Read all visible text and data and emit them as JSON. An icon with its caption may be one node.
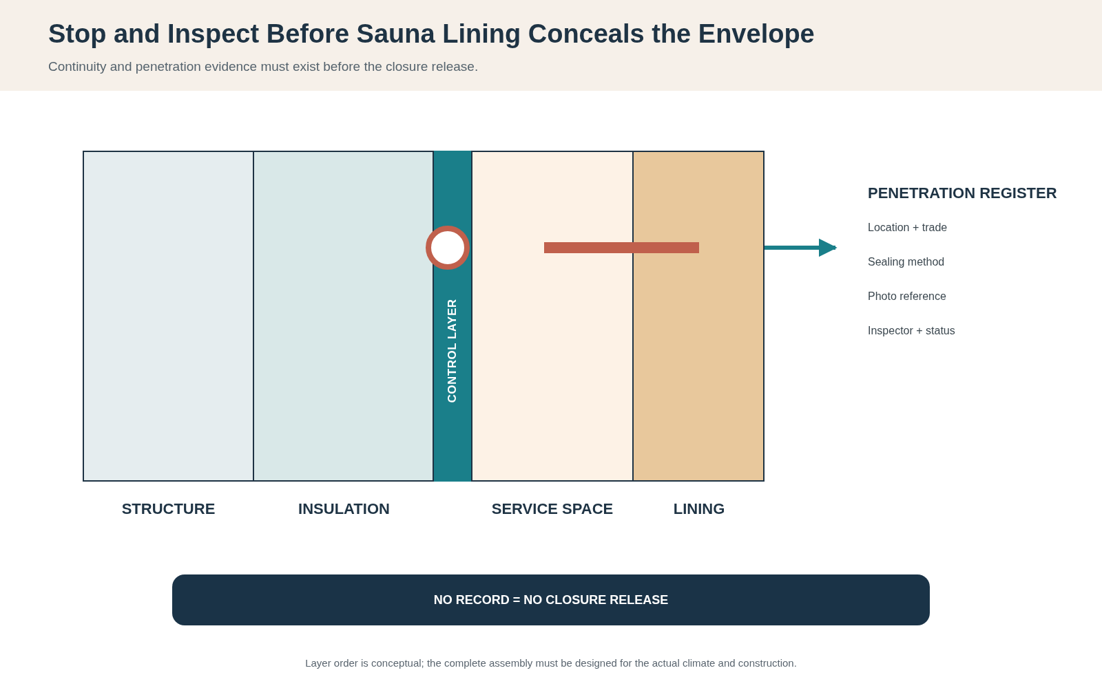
{
  "diagram": {
    "title": "Stop and Inspect Before Sauna Lining Conceals the Envelope",
    "nodes": [
      {
        "text": [
          "STRUCTURE"
        ]
      },
      {
        "text": [
          "INSULATION"
        ]
      },
      {
        "text": [
          "CONTROL LAYER"
        ]
      },
      {
        "text": [],
        "shape": "circle"
      },
      {
        "text": [
          "SERVICE SPACE"
        ]
      },
      {
        "text": [],
        "shape": "bar"
      },
      {
        "text": [
          "LINING"
        ]
      },
      {
        "text": [
          "PENETRATION REGISTER",
          "Location + trade",
          "Sealing method",
          "Photo reference",
          "Inspector + status"
        ]
      },
      {
        "text": [
          "NO RECORD = NO CLOSURE RELEASE"
        ]
      }
    ],
    "edges": [
      {
        "from": 6,
        "to": 7,
        "arrow": "to"
      }
    ],
    "labels": [
      "Continuity and penetration evidence must exist before the closure release."
    ],
    "caption": "Layer order is conceptual; the complete assembly must be designed for the actual climate and construction."
  }
}
